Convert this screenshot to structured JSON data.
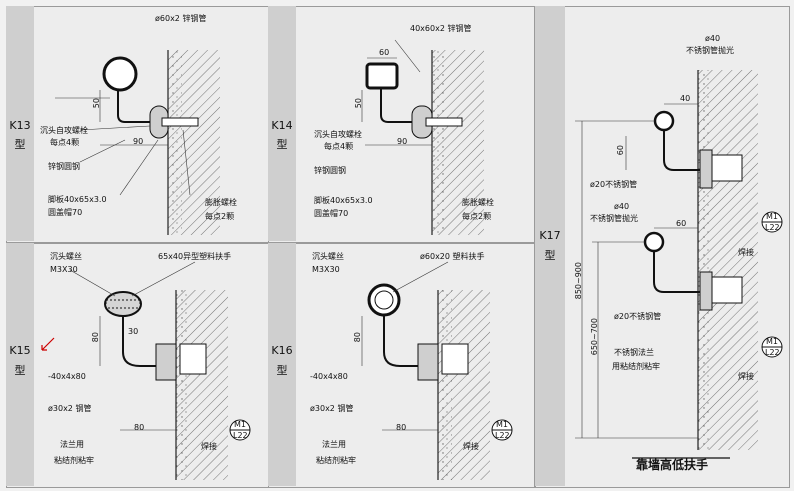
{
  "k13": {
    "code": "K13",
    "type": "型",
    "pipe": "ø60x2 锌钢管",
    "screw": "沉头自攻螺栓",
    "screw_qty": "每点4颗",
    "rod": "锌钢圆钢",
    "plate": "脚板40x65x3.0",
    "cap": "圆盖帽70",
    "bolt": "膨胀螺栓",
    "bolt_qty": "每点2颗",
    "dim_h": "50",
    "dim_w": "90"
  },
  "k14": {
    "code": "K14",
    "type": "型",
    "pipe": "40x60x2 锌钢管",
    "screw": "沉头自攻螺栓",
    "screw_qty": "每点4颗",
    "rod": "锌钢圆钢",
    "plate": "脚板40x65x3.0",
    "cap": "圆盖帽70",
    "bolt": "膨胀螺栓",
    "bolt_qty": "每点2颗",
    "dim_top": "60",
    "dim_h": "50",
    "dim_w": "90"
  },
  "k15": {
    "code": "K15",
    "type": "型",
    "screw": "沉头螺丝",
    "screw_size": "M3X30",
    "handrail": "65x40异型塑料扶手",
    "steel_flat": "-40x4x80",
    "pipe": "ø30x2 钢管",
    "flange": "法兰用",
    "flange2": "粘结剂粘牢",
    "weld": "焊接",
    "dim_v": "80",
    "dim_h": "80",
    "dim_d": "30",
    "mark_top": "M1",
    "mark_bot": "L22"
  },
  "k16": {
    "code": "K16",
    "type": "型",
    "screw": "沉头螺丝",
    "screw_size": "M3X30",
    "handrail": "ø60x20 塑料扶手",
    "steel_flat": "-40x4x80",
    "pipe": "ø30x2 钢管",
    "flange": "法兰用",
    "flange2": "粘结剂粘牢",
    "weld": "焊接",
    "dim_v": "80",
    "dim_h": "80",
    "mark_top": "M1",
    "mark_bot": "L22"
  },
  "k17": {
    "code": "K17",
    "type": "型",
    "top_d": "ø40",
    "top_pipe": "不锈钢管抛光",
    "top_w": "40",
    "top_v": "60",
    "top_rod": "ø20不锈钢管",
    "mid_d": "ø40",
    "mid_pipe": "不锈钢管抛光",
    "mid_w": "60",
    "mid_rod": "ø20不锈钢管",
    "flange": "不锈钢法兰",
    "flange2": "用粘结剂粘牢",
    "weld": "焊接",
    "dim_outer": "850~900",
    "dim_inner": "650~700",
    "mark_top": "M1",
    "mark_bot": "L22",
    "caption": "靠墙高低扶手"
  }
}
